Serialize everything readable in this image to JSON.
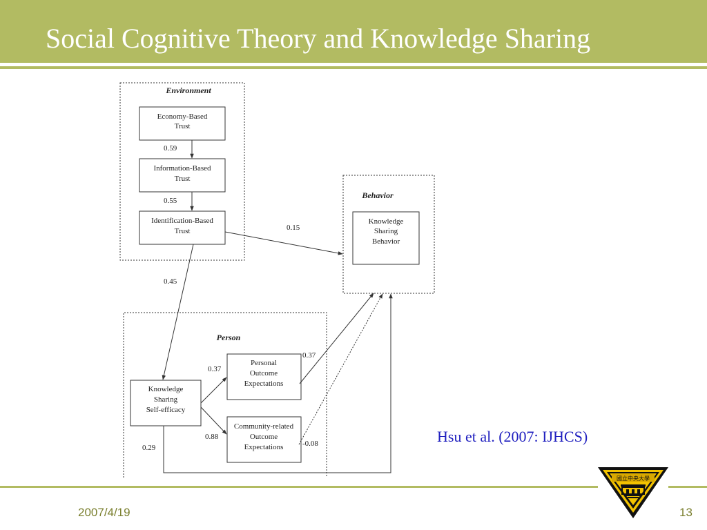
{
  "slide": {
    "title": "Social Cognitive Theory and Knowledge Sharing",
    "citation": "Hsu et al. (2007: IJHCS)",
    "date": "2007/4/19",
    "page_number": "13",
    "accent_color": "#b2bb62",
    "citation_color": "#1f1fbf"
  },
  "diagram": {
    "groups": {
      "environment": "Environment",
      "behavior": "Behavior",
      "person": "Person"
    },
    "nodes": {
      "economy_trust": [
        "Economy-Based",
        "Trust"
      ],
      "information_trust": [
        "Information-Based",
        "Trust"
      ],
      "identification_trust": [
        "Identification-Based",
        "Trust"
      ],
      "ks_behavior": [
        "Knowledge",
        "Sharing",
        "Behavior"
      ],
      "ks_self_efficacy": [
        "Knowledge",
        "Sharing",
        "Self-efficacy"
      ],
      "personal_outcome": [
        "Personal",
        "Outcome",
        "Expectations"
      ],
      "community_outcome": [
        "Community-related",
        "Outcome",
        "Expectations"
      ]
    },
    "path_coefficients": {
      "economy_to_information": "0.59",
      "information_to_identification": "0.55",
      "identification_to_behavior": "0.15",
      "identification_to_self_efficacy": "0.45",
      "self_efficacy_to_personal": "0.37",
      "personal_to_behavior": "0.37",
      "self_efficacy_to_community": "0.88",
      "community_to_behavior": "-0.08",
      "self_efficacy_to_behavior": "0.29"
    }
  },
  "logo": {
    "icon": "university-seal-icon",
    "text": "國立中央大學"
  }
}
